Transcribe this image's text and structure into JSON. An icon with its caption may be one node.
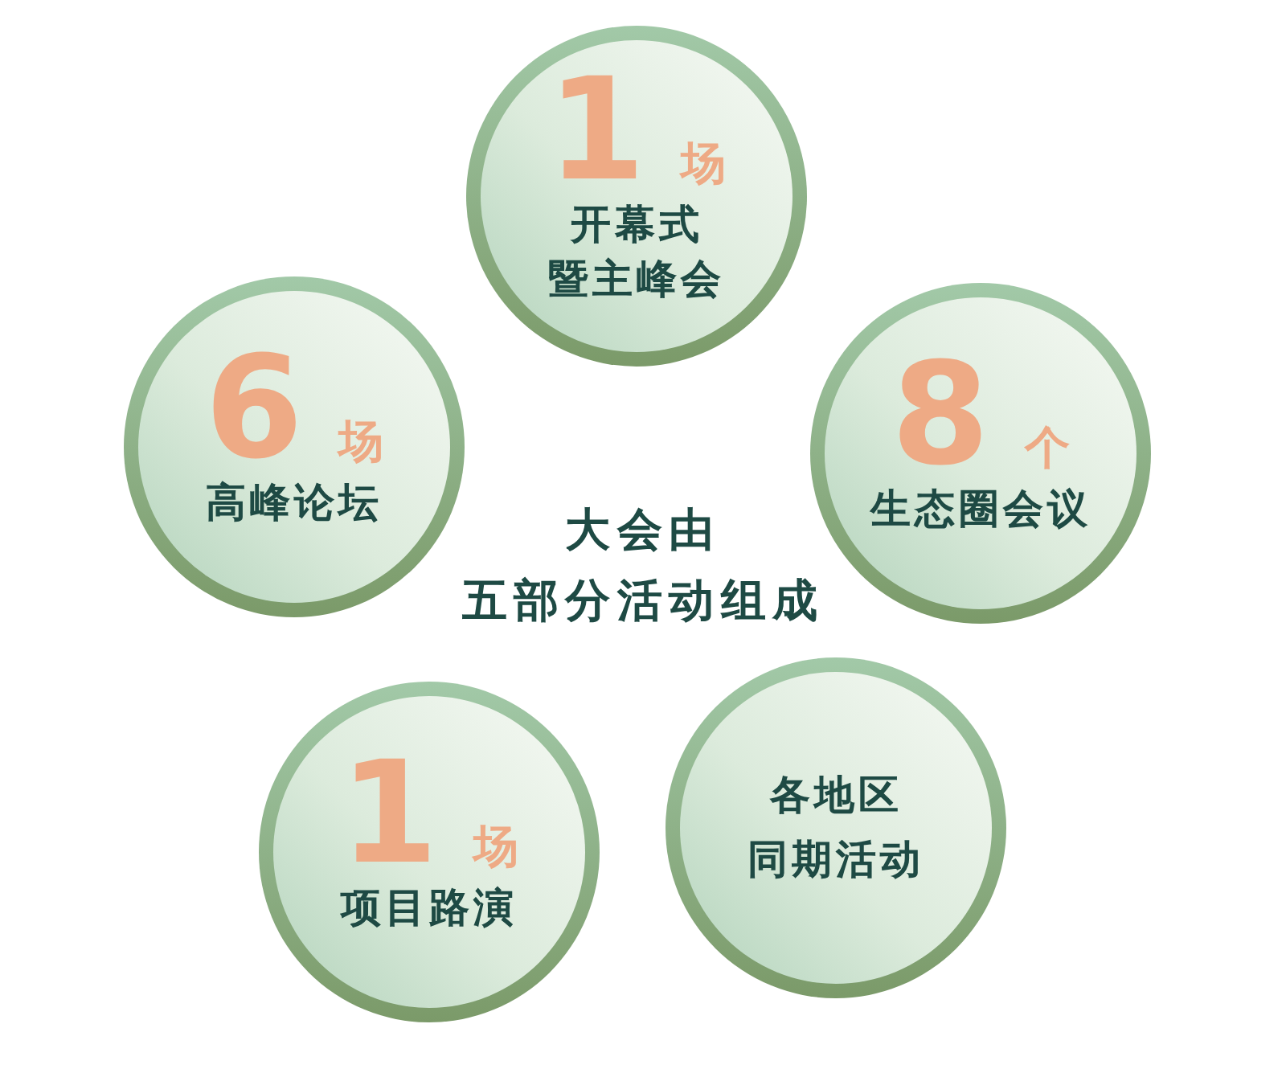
{
  "diagram": {
    "nodes": [
      {
        "text": [
          "1",
          "场",
          "开幕式暨主峰会"
        ]
      },
      {
        "text": [
          "6",
          "场",
          "高峰论坛"
        ]
      },
      {
        "text": [
          "8",
          "个",
          "生态圈会议"
        ]
      },
      {
        "text": [
          "1",
          "场",
          "项目路演"
        ]
      },
      {
        "text": [
          "各地区同期活动"
        ]
      }
    ],
    "labels": [
      "大会由五部分活动组成"
    ]
  }
}
